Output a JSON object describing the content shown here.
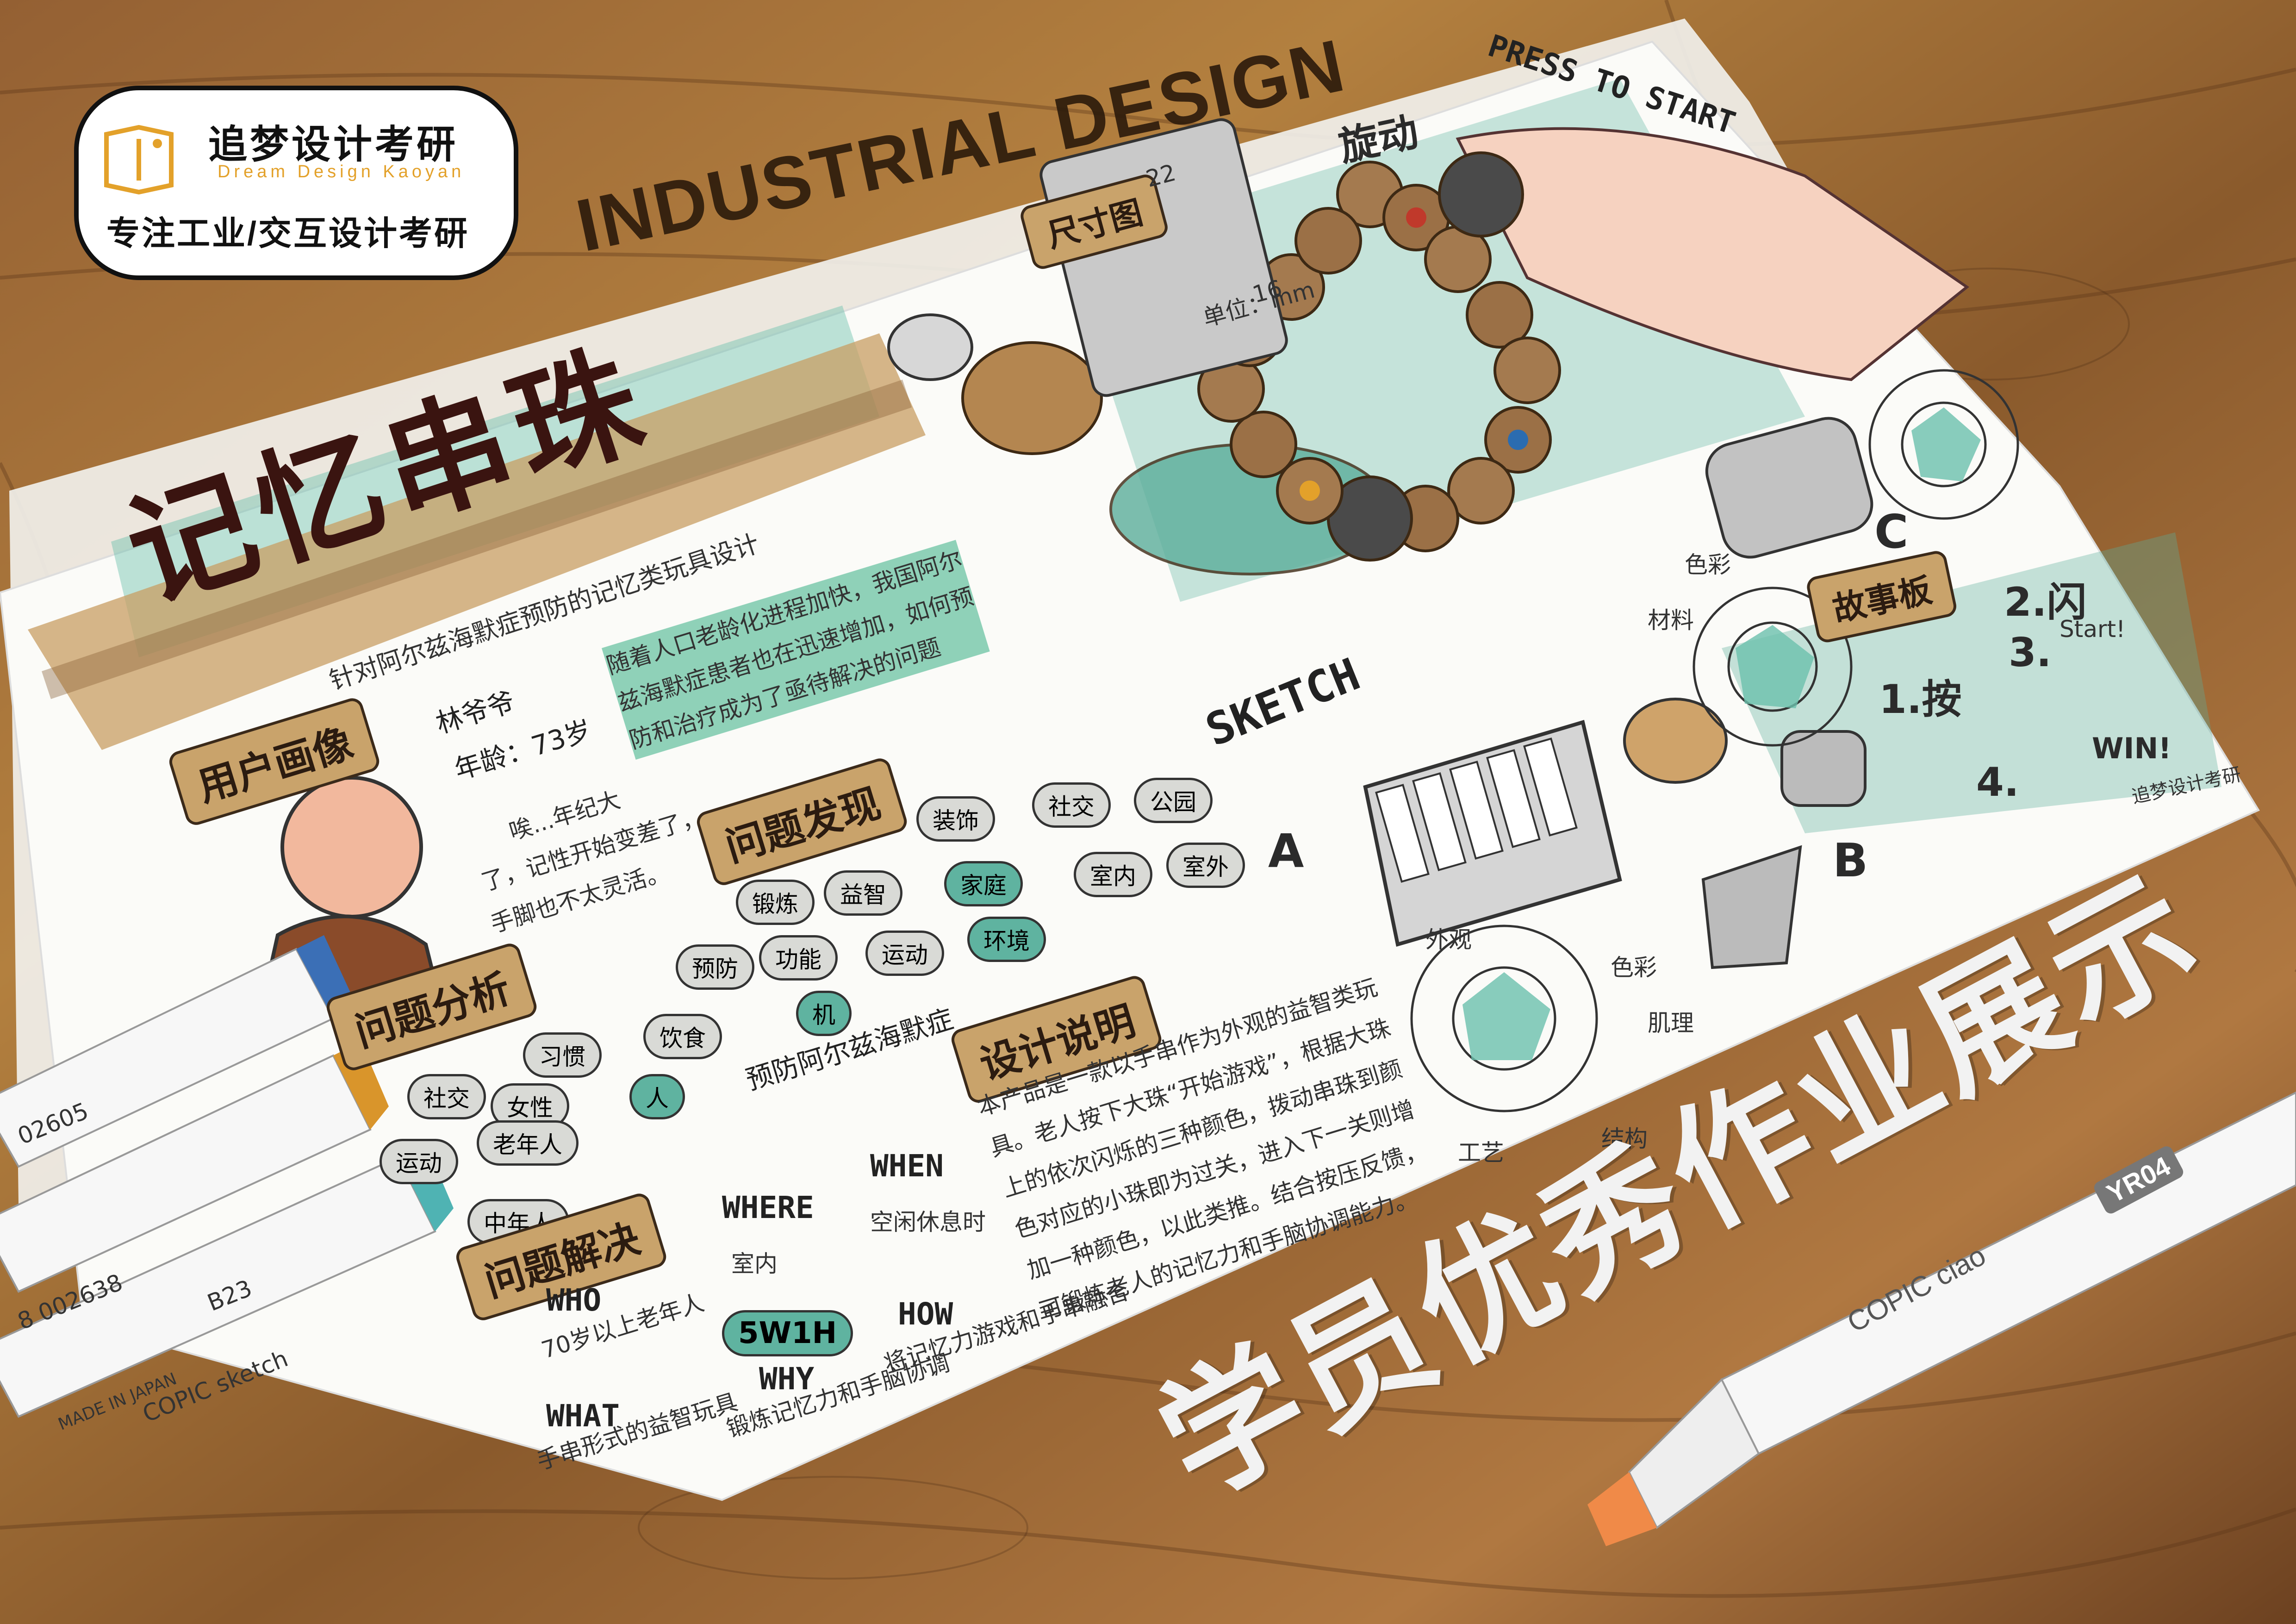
{
  "brand": {
    "name_cn": "追梦设计考研",
    "name_en": "Dream Design Kaoyan",
    "tagline": "专注工业/交互设计考研",
    "accent_color": "#e3a12a"
  },
  "headline": "INDUSTRIAL DESIGN",
  "slogan": "学员优秀作业展示",
  "poster": {
    "title": "记忆串珠",
    "subtitle": "针对阿尔兹海默症预防的记忆类玩具设计",
    "press_to_start": "PRESS TO START",
    "rotate_label": "旋动",
    "size_chart_label": "尺寸图",
    "size_unit": "单位：mm",
    "size_values": [
      "22",
      "16"
    ],
    "sketch_label": "SKETCH",
    "variant_labels": [
      "A",
      "B",
      "C"
    ],
    "background_section": {
      "heading": "用户画像",
      "name": "林爷爷",
      "age": "年龄：73岁",
      "quote_lines": [
        "唉...年纪大",
        "了，记性开始变差了，",
        "手脚也不太灵活。"
      ],
      "intro_text": "随着人口老龄化进程加快，我国阿尔兹海默症患者也在迅速增加，如何预防和治疗成为了亟待解决的问题"
    },
    "problem_discovery": {
      "heading": "问题发现"
    },
    "problem_analysis": {
      "heading": "问题分析",
      "nodes": [
        "装饰",
        "社交",
        "公园",
        "锻炼",
        "益智",
        "家庭",
        "室内",
        "室外",
        "预防",
        "功能",
        "运动",
        "环境",
        "饮食",
        "机",
        "人",
        "习惯",
        "社交",
        "女性",
        "运动",
        "老年人",
        "中年人"
      ],
      "center": "预防阿尔兹海默症"
    },
    "design_description": {
      "heading": "设计说明",
      "text": "本产品是一款以手串作为外观的益智类玩具。老人按下大珠“开始游戏”，根据大珠上的依次闪烁的三种颜色，拨动串珠到颜色对应的小珠即为过关，进入下一关则增加一种颜色，以此类推。结合按压反馈，可锻炼老人的记忆力和手脑协调能力。"
    },
    "solution": {
      "heading": "问题解决",
      "center": "5W1H",
      "items": [
        {
          "key": "WHO",
          "value": "70岁以上老年人"
        },
        {
          "key": "WHERE",
          "value": "室内"
        },
        {
          "key": "WHEN",
          "value": "空闲休息时"
        },
        {
          "key": "WHAT",
          "value": "手串形式的益智玩具"
        },
        {
          "key": "WHY",
          "value": "锻炼记忆力和手脑协调"
        },
        {
          "key": "HOW",
          "value": "将记忆力游戏和手串融合"
        }
      ]
    },
    "story_board": {
      "heading": "故事板",
      "steps": [
        "1.按",
        "2.闪",
        "3.",
        "4."
      ],
      "start": "Start!",
      "win": "WIN!",
      "watermark": "追梦设计考研"
    },
    "radar_labels_top": [
      "外观",
      "色彩",
      "肌理",
      "结构",
      "工艺"
    ],
    "radar_labels_right": [
      "材料",
      "色彩"
    ]
  },
  "markers": {
    "copic_text": "COPIC ciao",
    "copic_code": "YR04",
    "copic_sketch": "COPIC sketch",
    "barcode": "8 002638",
    "barcode2": "02605",
    "marker_code": "B23",
    "made_in": "MADE IN JAPAN"
  }
}
